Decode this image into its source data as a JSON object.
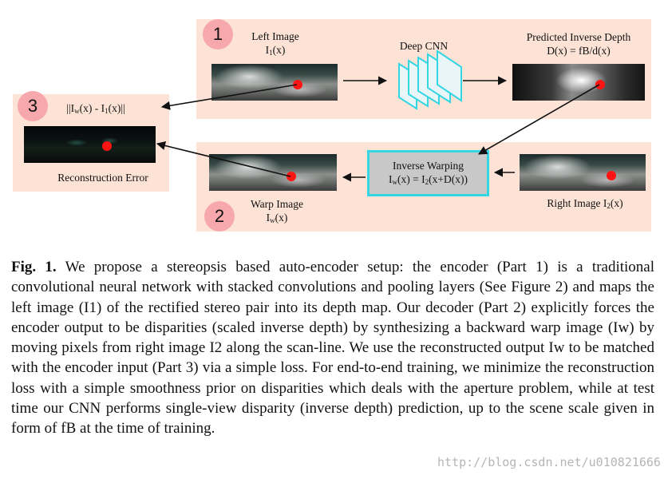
{
  "figure": {
    "part1": {
      "badge": "1",
      "left_image_label": "Left Image",
      "left_image_formula": "I",
      "left_image_sub": "1",
      "left_image_arg": "(x)",
      "cnn_label": "Deep CNN",
      "depth_label": "Predicted Inverse Depth",
      "depth_formula": "D(x) = fB/d(x)"
    },
    "part2": {
      "badge": "2",
      "warp_label": "Warp Image",
      "warp_formula": "I",
      "warp_sub": "w",
      "warp_arg": "(x)",
      "inverse_warping_title": "Inverse Warping",
      "inverse_warping_lhs": "I",
      "inverse_warping_lhs_sub": "w",
      "inverse_warping_mid": "(x) = I",
      "inverse_warping_mid_sub": "2",
      "inverse_warping_rhs": "(x+D(x))",
      "right_image_label": "Right Image I",
      "right_image_sub": "2",
      "right_image_arg": "(x)"
    },
    "part3": {
      "badge": "3",
      "loss_open": "||I",
      "loss_sub_w": "w",
      "loss_mid": "(x) - I",
      "loss_sub_1": "1",
      "loss_close": "(x)||",
      "error_label": "Reconstruction Error"
    },
    "colors": {
      "panel": "#fce3d6",
      "badge": "#f6a8ad",
      "cnn": "#33d6e3",
      "marker": "#ff1414"
    }
  },
  "caption": {
    "label": "Fig. 1.",
    "text": "We propose a stereopsis based auto-encoder setup: the encoder (Part 1) is a traditional convolutional neural network with stacked convolutions and pooling layers (See Figure 2) and maps the left image (I1) of the rectified stereo pair into its depth map. Our decoder (Part 2) explicitly forces the encoder output to be disparities (scaled inverse depth) by synthesizing a backward warp image (Iw) by moving pixels from right image I2 along the scan-line. We use the reconstructed output Iw to be matched with the encoder input (Part 3) via a simple loss. For end-to-end training, we minimize the reconstruction loss with a simple smoothness prior on disparities which deals with the aperture problem, while at test time our CNN performs single-view disparity (inverse depth) prediction, up to the scene scale given in form of fB at the time of training."
  },
  "watermark": "http://blog.csdn.net/u010821666"
}
